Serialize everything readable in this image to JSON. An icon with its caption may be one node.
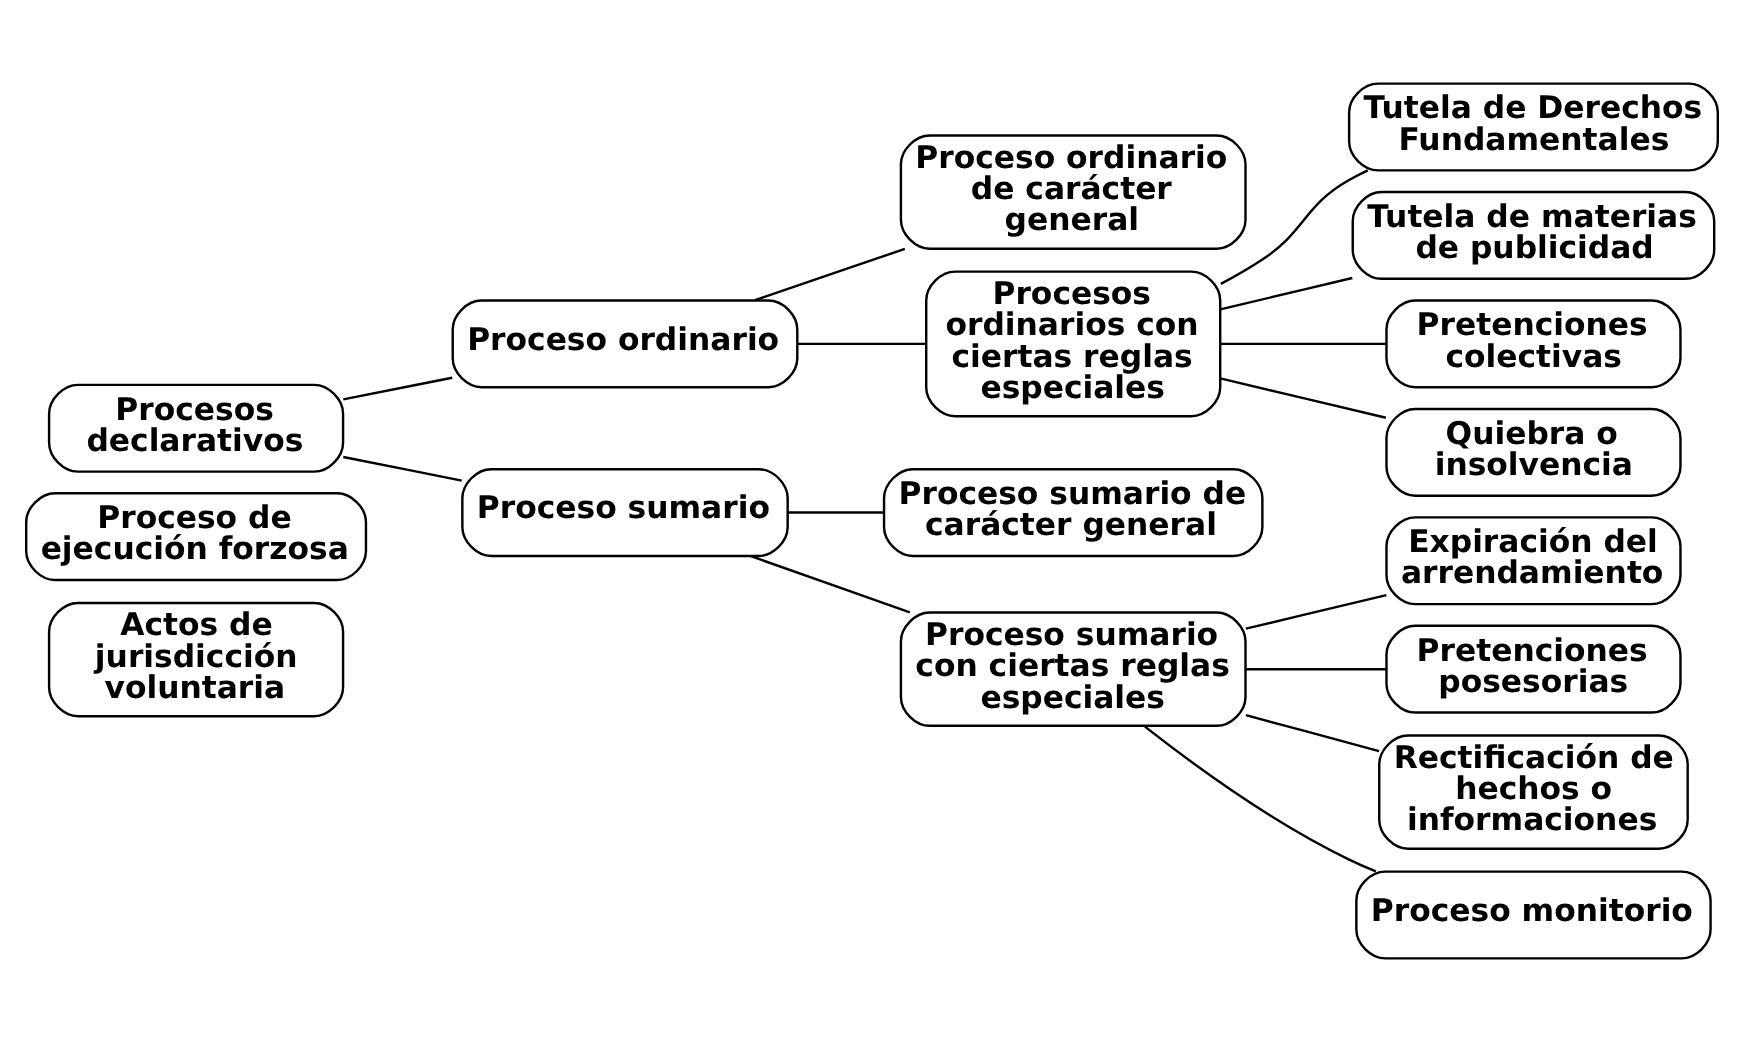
{
  "diagram": {
    "nodes": [
      {
        "text": [
          "Procesos declarativos"
        ]
      },
      {
        "text": [
          "Proceso de ejecución forzosa"
        ]
      },
      {
        "text": [
          "Actos de jurisdicción voluntaria"
        ]
      },
      {
        "text": [
          "Proceso ordinario"
        ]
      },
      {
        "text": [
          "Proceso sumario"
        ]
      },
      {
        "text": [
          "Proceso ordinario de carácter general"
        ]
      },
      {
        "text": [
          "Procesos ordinarios con ciertas reglas especiales"
        ]
      },
      {
        "text": [
          "Proceso sumario de carácter general"
        ]
      },
      {
        "text": [
          "Proceso sumario con ciertas reglas especiales"
        ]
      },
      {
        "text": [
          "Tutela de Derechos Fundamentales"
        ]
      },
      {
        "text": [
          "Tutela de materias de publicidad"
        ]
      },
      {
        "text": [
          "Pretenciones colectivas"
        ]
      },
      {
        "text": [
          "Quiebra o insolvencia"
        ]
      },
      {
        "text": [
          "Expiración del arrendamiento"
        ]
      },
      {
        "text": [
          "Pretenciones posesorias"
        ]
      },
      {
        "text": [
          "Rectificación de hechos o informaciones"
        ]
      },
      {
        "text": [
          "Proceso monitorio"
        ]
      }
    ],
    "edges": [
      {
        "from": 0,
        "to": 3,
        "arrow": "none"
      },
      {
        "from": 0,
        "to": 4,
        "arrow": "none"
      },
      {
        "from": 3,
        "to": 5,
        "arrow": "none"
      },
      {
        "from": 3,
        "to": 6,
        "arrow": "none"
      },
      {
        "from": 4,
        "to": 7,
        "arrow": "none"
      },
      {
        "from": 4,
        "to": 8,
        "arrow": "none"
      },
      {
        "from": 6,
        "to": 9,
        "arrow": "none"
      },
      {
        "from": 6,
        "to": 10,
        "arrow": "none"
      },
      {
        "from": 6,
        "to": 11,
        "arrow": "none"
      },
      {
        "from": 6,
        "to": 12,
        "arrow": "none"
      },
      {
        "from": 8,
        "to": 13,
        "arrow": "none"
      },
      {
        "from": 8,
        "to": 14,
        "arrow": "none"
      },
      {
        "from": 8,
        "to": 15,
        "arrow": "none"
      },
      {
        "from": 8,
        "to": 16,
        "arrow": "none"
      }
    ]
  }
}
